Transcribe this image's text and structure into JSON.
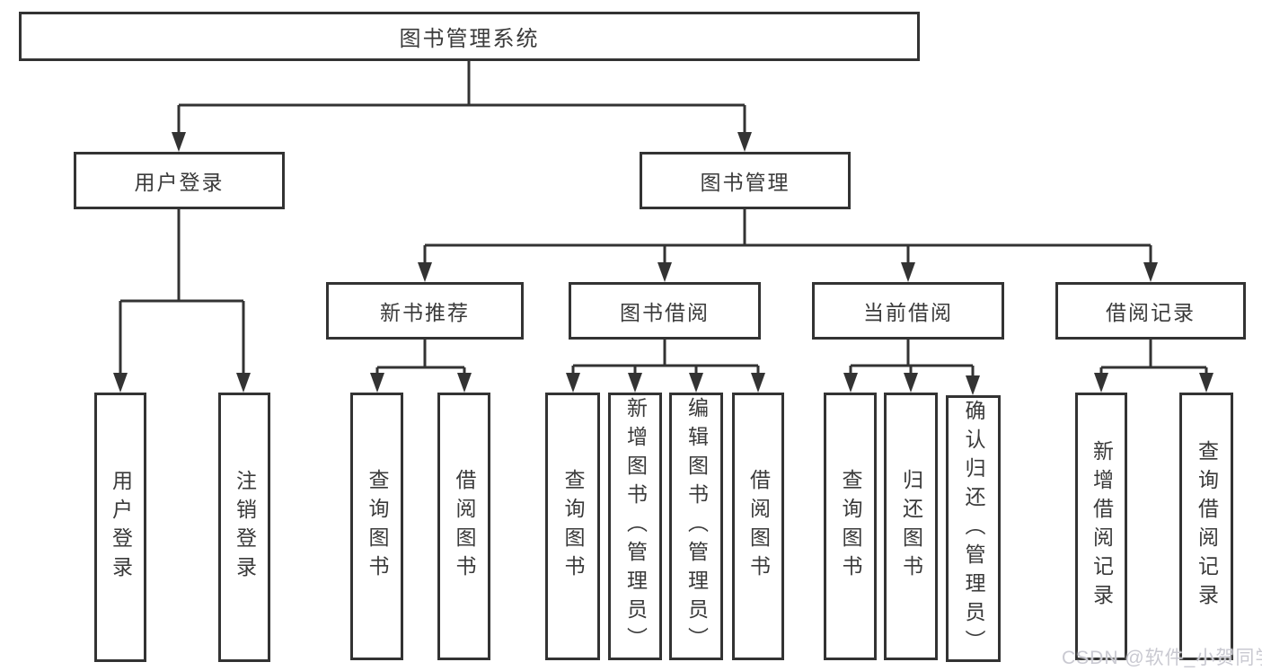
{
  "tree": {
    "root": {
      "label": "图书管理系统"
    },
    "level2": [
      {
        "label": "用户登录"
      },
      {
        "label": "图书管理"
      }
    ],
    "level3": [
      {
        "label": "新书推荐"
      },
      {
        "label": "图书借阅"
      },
      {
        "label": "当前借阅"
      },
      {
        "label": "借阅记录"
      }
    ],
    "leaves": {
      "user": [
        "用户登录",
        "注销登录"
      ],
      "recommend": [
        "查询图书",
        "借阅图书"
      ],
      "borrow": [
        "查询图书",
        "新增图书（管理员）",
        "编辑图书（管理员）",
        "借阅图书"
      ],
      "current": [
        "查询图书",
        "归还图书",
        "确认归还（管理员）"
      ],
      "record": [
        "新增借阅记录",
        "查询借阅记录"
      ]
    }
  },
  "watermark": "CSDN @软件_小贺同学",
  "colors": {
    "line": "#333333",
    "text": "#3a3a3a",
    "background": "#ffffff",
    "watermark": "#c9c9d1"
  }
}
